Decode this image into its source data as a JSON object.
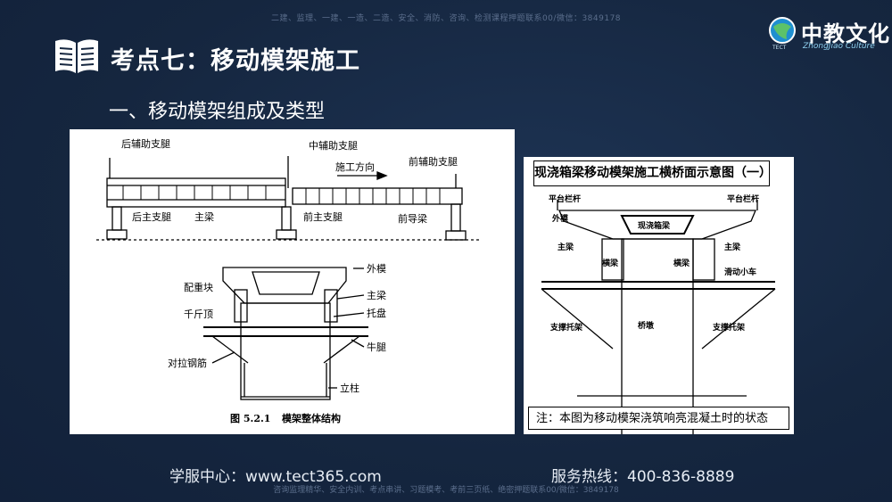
{
  "watermark_top": "二建、监理、一建、一造、二造、安全、消防、咨询、检测课程押题联系00/微信：3849178",
  "watermark_bottom": "咨询监理精华、安全内训、考点串讲、习题模考、考前三页纸、绝密押题联系00/微信：3849178",
  "header": {
    "title": "考点七：移动模架施工",
    "section": "一、移动模架组成及类型"
  },
  "logo": {
    "name": "中教文化",
    "sub": "ZhongJiao Culture",
    "mark": "TECT"
  },
  "figure_left": {
    "labels": {
      "rear_aux_leg": "后辅助支腿",
      "mid_aux_leg": "中辅助支腿",
      "direction": "施工方向",
      "front_aux_leg": "前辅助支腿",
      "rear_main_leg": "后主支腿",
      "main_beam_top": "主梁",
      "front_main_leg": "前主支腿",
      "front_guide": "前导梁",
      "outer_form": "外模",
      "counterweight": "配重块",
      "main_beam": "主梁",
      "jack": "千斤顶",
      "tray": "托盘",
      "bracket": "牛腿",
      "tie_bar": "对拉钢筋",
      "column": "立柱",
      "caption_no": "图 5.2.1",
      "caption": "模架整体结构"
    }
  },
  "figure_right": {
    "title": "现浇箱梁移动模架施工横桥面示意图（一）",
    "labels": {
      "rail_left": "平台栏杆",
      "rail_right": "平台栏杆",
      "outer_form": "外模",
      "box_girder": "现浇箱梁",
      "main_beam_left": "主梁",
      "main_beam_right": "主梁",
      "truss_left": "横梁",
      "truss_right": "横梁",
      "trolley": "滑动小车",
      "pier": "桥墩",
      "support_left": "支撑托架",
      "support_right": "支撑托架"
    },
    "note": "注：本图为移动模架浇筑响亮混凝土时的状态"
  },
  "footer": {
    "left": "学服中心：www.tect365.com",
    "right": "服务热线：400-836-8889"
  },
  "colors": {
    "background": "#15263f",
    "text": "#ffffff",
    "logo_accent": "#8fd0ef"
  }
}
